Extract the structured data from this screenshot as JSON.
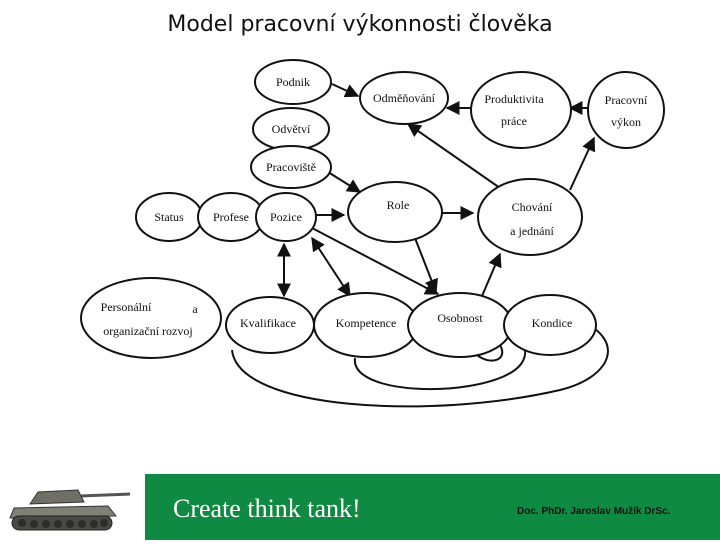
{
  "title": "Model pracovní výkonnosti člověka",
  "nodes": {
    "podnik": "Podnik",
    "odvetvi": "Odvětví",
    "pracoviste": "Pracoviště",
    "status": "Status",
    "profese": "Profese",
    "pozice": "Pozice",
    "odmenovani": "Odměňování",
    "produktivita_line1": "Produktivita",
    "produktivita_line2": "práce",
    "pracovni_vykon_line1": "Pracovní",
    "pracovni_vykon_line2": "výkon",
    "role": "Role",
    "chovani_line1": "Chování",
    "chovani_line2": "a jednání",
    "personalni_line1": "Personální",
    "personalni_a": "a",
    "personalni_line2": "organizační rozvoj",
    "kvalifikace": "Kvalifikace",
    "kompetence": "Kompetence",
    "osobnost": "Osobnost",
    "kondice": "Kondice"
  },
  "footer": {
    "tagline": "Create think tank!",
    "author": "Doc. PhDr. Jaroslav Mužík DrSc."
  }
}
